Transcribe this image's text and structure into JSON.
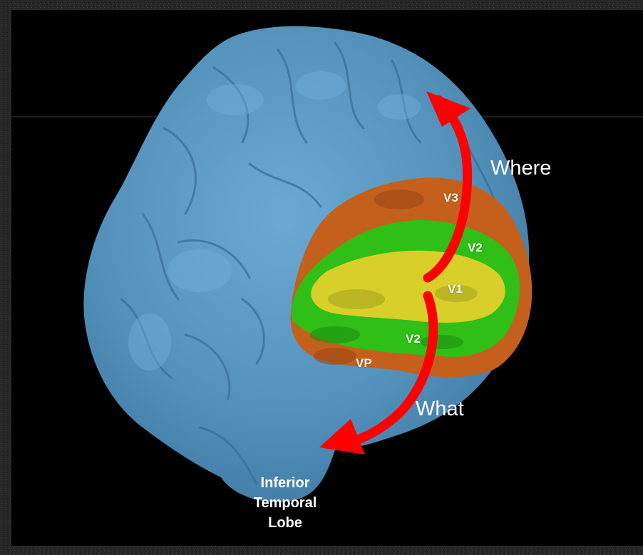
{
  "labels": {
    "where": "Where",
    "what": "What",
    "v3": "V3",
    "v2_upper": "V2",
    "v1": "V1",
    "v2_lower": "V2",
    "vp": "VP",
    "inferior_temporal_lobe": [
      "Inferior",
      "Temporal",
      "Lobe"
    ]
  },
  "colors": {
    "background": "#000000",
    "frame": "#2b2b2b",
    "cortex": "#5593bd",
    "v3_vp": "#c4601c",
    "v2": "#2fbf17",
    "v1": "#d8cf2a",
    "arrow": "#ff0000",
    "text": "#ffffff"
  }
}
